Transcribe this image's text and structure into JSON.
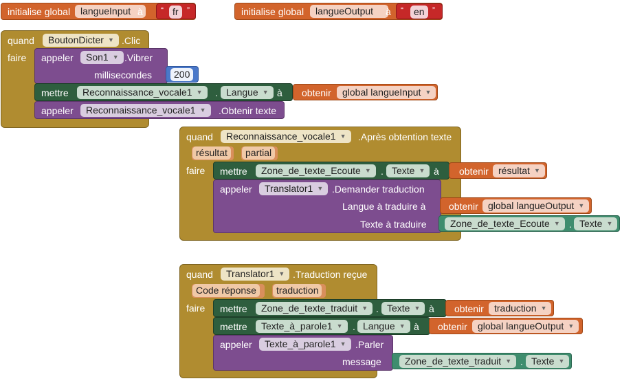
{
  "globals": [
    {
      "initialise": "initialise global",
      "name": "langueInput",
      "a": "à",
      "value": "fr"
    },
    {
      "initialise": "initialise global",
      "name": "langueOutput",
      "a": "à",
      "value": "en"
    }
  ],
  "event1": {
    "quand": "quand",
    "component": "BoutonDicter",
    "event": ".Clic",
    "faire": "faire",
    "call1": {
      "appeler": "appeler",
      "component": "Son1",
      "method": ".Vibrer",
      "param": "millisecondes",
      "value": "200"
    },
    "set1": {
      "mettre": "mettre",
      "component": "Reconnaissance_vocale1",
      "dot": ".",
      "prop": "Langue",
      "a": "à",
      "obtenir": "obtenir",
      "var": "global langueInput"
    },
    "call2": {
      "appeler": "appeler",
      "component": "Reconnaissance_vocale1",
      "method": ".Obtenir texte"
    }
  },
  "event2": {
    "quand": "quand",
    "component": "Reconnaissance_vocale1",
    "event": ".Après obtention texte",
    "params": [
      "résultat",
      "partial"
    ],
    "faire": "faire",
    "set1": {
      "mettre": "mettre",
      "component": "Zone_de_texte_Ecoute",
      "dot": ".",
      "prop": "Texte",
      "a": "à",
      "obtenir": "obtenir",
      "var": "résultat"
    },
    "call1": {
      "appeler": "appeler",
      "component": "Translator1",
      "method": ".Demander traduction",
      "param1": "Langue à traduire à",
      "obtenir": "obtenir",
      "var1": "global langueOutput",
      "param2": "Texte à traduire",
      "getcomp": "Zone_de_texte_Ecoute",
      "dot": ".",
      "getprop": "Texte"
    }
  },
  "event3": {
    "quand": "quand",
    "component": "Translator1",
    "event": ".Traduction reçue",
    "params": [
      "Code réponse",
      "traduction"
    ],
    "faire": "faire",
    "set1": {
      "mettre": "mettre",
      "component": "Zone_de_texte_traduit",
      "dot": ".",
      "prop": "Texte",
      "a": "à",
      "obtenir": "obtenir",
      "var": "traduction"
    },
    "set2": {
      "mettre": "mettre",
      "component": "Texte_à_parole1",
      "dot": ".",
      "prop": "Langue",
      "a": "à",
      "obtenir": "obtenir",
      "var": "global langueOutput"
    },
    "call1": {
      "appeler": "appeler",
      "component": "Texte_à_parole1",
      "method": ".Parler",
      "param": "message",
      "getcomp": "Zone_de_texte_traduit",
      "dot": ".",
      "getprop": "Texte"
    }
  },
  "colors": {
    "control": "#b08c30",
    "setter": "#2e5e3e",
    "method": "#7d4d8f",
    "variable": "#d2642c",
    "text": "#c62828",
    "getter": "#3f8d6e",
    "math": "#4a78c9"
  },
  "icons": {
    "dropdown": "chevron-down-icon",
    "quotes": "quote-icon"
  }
}
